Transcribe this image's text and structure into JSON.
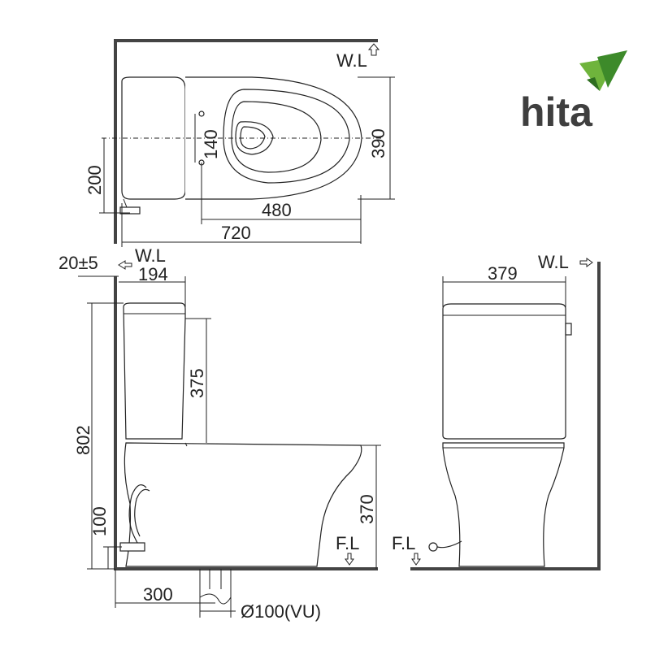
{
  "brand": {
    "name": "hita",
    "accent_color": "#5aa02c",
    "text_color": "#3f3f3f",
    "logo_icon": "leaf-chevron-icon"
  },
  "labels": {
    "wall_level": "W.L",
    "floor_level": "F.L",
    "pipe": "Ø100(VU)"
  },
  "top_view": {
    "dim_width": "390",
    "dim_bolts": "140",
    "dim_left": "200",
    "dim_480": "480",
    "dim_720": "720"
  },
  "side_view": {
    "dim_gap": "20±5",
    "dim_194": "194",
    "dim_375": "375",
    "dim_802": "802",
    "dim_370": "370",
    "dim_100": "100",
    "dim_300": "300"
  },
  "front_view": {
    "dim_379": "379"
  }
}
